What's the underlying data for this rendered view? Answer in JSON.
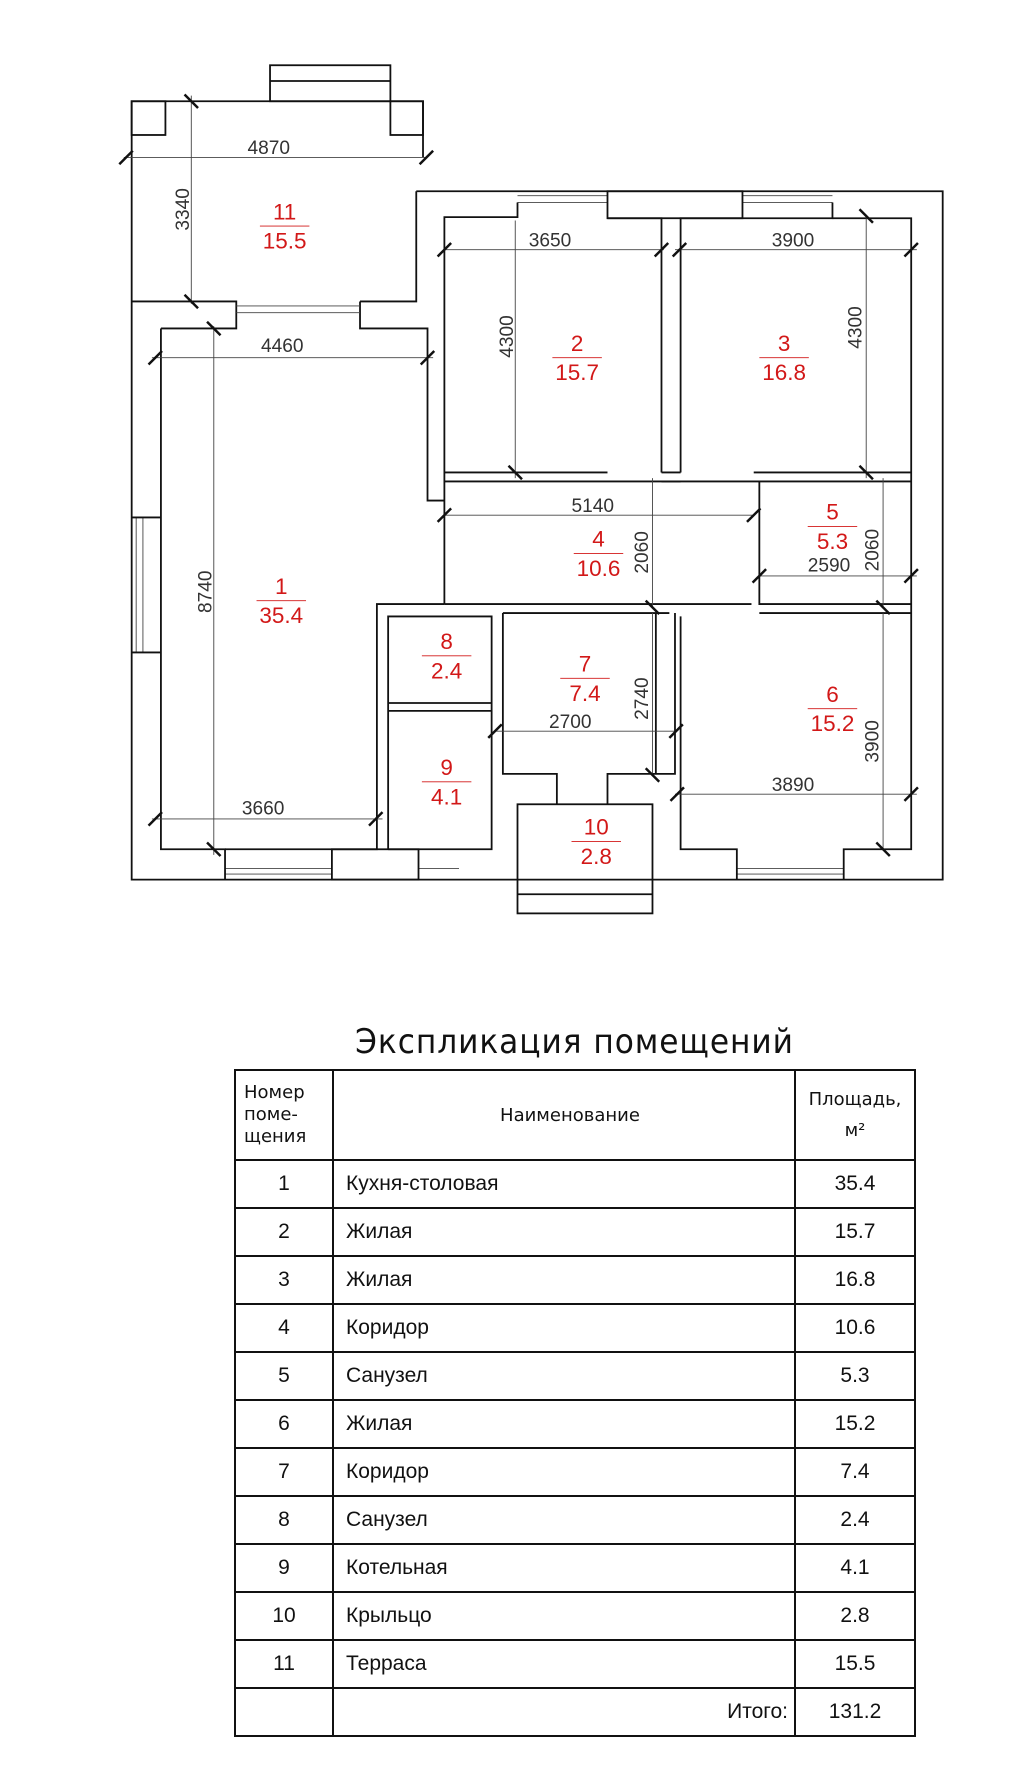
{
  "plan": {
    "rooms": [
      {
        "num": "1",
        "area": "35.4"
      },
      {
        "num": "2",
        "area": "15.7"
      },
      {
        "num": "3",
        "area": "16.8"
      },
      {
        "num": "4",
        "area": "10.6"
      },
      {
        "num": "5",
        "area": "5.3"
      },
      {
        "num": "6",
        "area": "15.2"
      },
      {
        "num": "7",
        "area": "7.4"
      },
      {
        "num": "8",
        "area": "2.4"
      },
      {
        "num": "9",
        "area": "4.1"
      },
      {
        "num": "10",
        "area": "2.8"
      },
      {
        "num": "11",
        "area": "15.5"
      }
    ],
    "dimensions": {
      "terrace_w": "4870",
      "terrace_h": "3340",
      "r1_top": "4460",
      "r1_h": "8740",
      "r1_bottom": "3660",
      "r2_w": "3650",
      "r2_h": "4300",
      "r3_w": "3900",
      "r3_h": "4300",
      "r4_w": "5140",
      "r4_h": "2060",
      "r5_w": "2590",
      "r5_h": "2060",
      "r7_w": "2700",
      "r7_h": "2740",
      "r6_w": "3890",
      "r6_h": "3900"
    },
    "colors": {
      "label": "#d21818",
      "wall": "#111111"
    }
  },
  "table": {
    "title": "Экспликация помещений",
    "headers": {
      "num_l1": "Номер",
      "num_l2": "поме-",
      "num_l3": "щения",
      "name": "Наименование",
      "area": "Площадь,",
      "area_unit": "м²"
    },
    "rows": [
      {
        "num": "1",
        "name": "Кухня-столовая",
        "area": "35.4"
      },
      {
        "num": "2",
        "name": "Жилая",
        "area": "15.7"
      },
      {
        "num": "3",
        "name": "Жилая",
        "area": "16.8"
      },
      {
        "num": "4",
        "name": "Коридор",
        "area": "10.6"
      },
      {
        "num": "5",
        "name": "Санузел",
        "area": "5.3"
      },
      {
        "num": "6",
        "name": "Жилая",
        "area": "15.2"
      },
      {
        "num": "7",
        "name": "Коридор",
        "area": "7.4"
      },
      {
        "num": "8",
        "name": "Санузел",
        "area": "2.4"
      },
      {
        "num": "9",
        "name": "Котельная",
        "area": "4.1"
      },
      {
        "num": "10",
        "name": "Крыльцо",
        "area": "2.8"
      },
      {
        "num": "11",
        "name": "Терраса",
        "area": "15.5"
      }
    ],
    "total_label": "Итого:",
    "total": "131.2"
  }
}
